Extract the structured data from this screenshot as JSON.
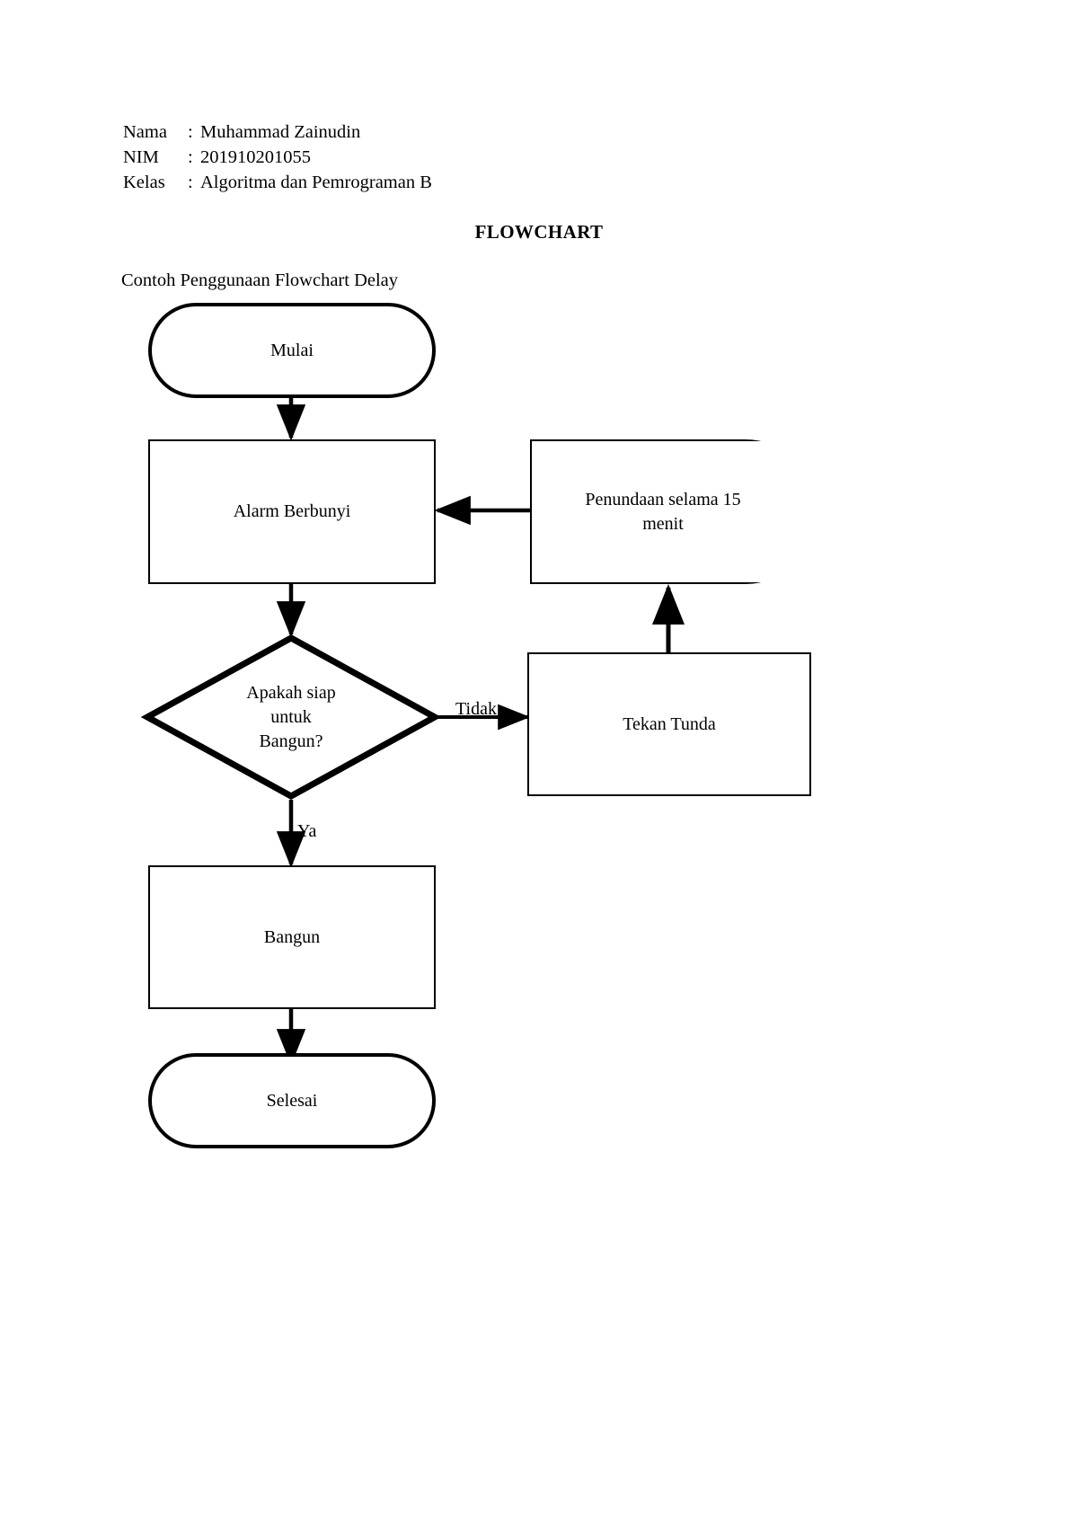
{
  "header": {
    "rows": [
      {
        "label": "Nama",
        "sep": ":",
        "value": "Muhammad Zainudin"
      },
      {
        "label": "NIM",
        "sep": ":",
        "value": "201910201055"
      },
      {
        "label": "Kelas",
        "sep": ":",
        "value": "Algoritma dan Pemrograman B"
      }
    ]
  },
  "title": "FLOWCHART",
  "subtitle": "Contoh Penggunaan Flowchart Delay",
  "chart_data": {
    "type": "diagram",
    "diagram_kind": "flowchart",
    "title": "FLOWCHART",
    "caption": "Contoh Penggunaan Flowchart Delay",
    "nodes": [
      {
        "id": "mulai",
        "label": "Mulai",
        "shape": "terminator"
      },
      {
        "id": "alarm",
        "label": "Alarm Berbunyi",
        "shape": "process"
      },
      {
        "id": "delay",
        "label": "Penundaan selama 15\nmenit",
        "shape": "delay"
      },
      {
        "id": "decision",
        "label": "Apakah siap\nuntuk\nBangun?",
        "shape": "decision"
      },
      {
        "id": "tunda",
        "label": "Tekan Tunda",
        "shape": "process"
      },
      {
        "id": "bangun",
        "label": "Bangun",
        "shape": "process"
      },
      {
        "id": "selesai",
        "label": "Selesai",
        "shape": "terminator"
      }
    ],
    "edges": [
      {
        "from": "mulai",
        "to": "alarm",
        "label": ""
      },
      {
        "from": "alarm",
        "to": "decision",
        "label": ""
      },
      {
        "from": "decision",
        "to": "tunda",
        "label": "Tidak"
      },
      {
        "from": "decision",
        "to": "bangun",
        "label": "Ya"
      },
      {
        "from": "tunda",
        "to": "delay",
        "label": ""
      },
      {
        "from": "delay",
        "to": "alarm",
        "label": ""
      },
      {
        "from": "bangun",
        "to": "selesai",
        "label": ""
      }
    ],
    "edge_labels": {
      "no": "Tidak",
      "yes": "Ya"
    },
    "colors": {
      "stroke": "#000000",
      "fill": "#ffffff",
      "text": "#000000"
    }
  }
}
